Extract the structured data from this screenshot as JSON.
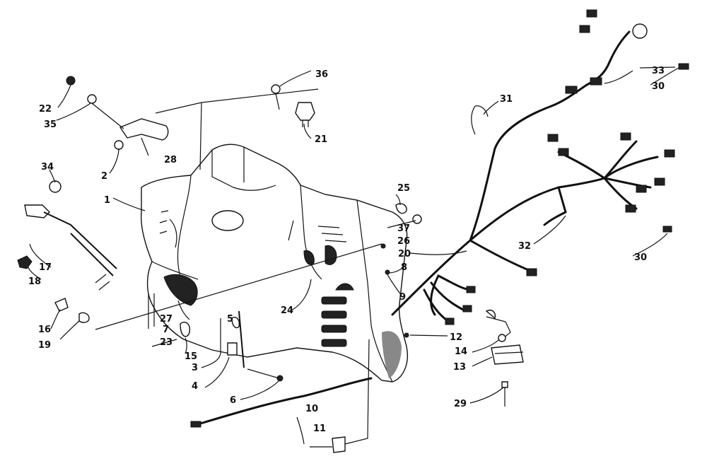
{
  "labels": {
    "p1": "1",
    "p2": "2",
    "p3": "3",
    "p4": "4",
    "p5": "5",
    "p6": "6",
    "p7": "7",
    "p8": "8",
    "p9": "9",
    "p10": "10",
    "p11": "11",
    "p12": "12",
    "p13": "13",
    "p14": "14",
    "p15": "15",
    "p16": "16",
    "p17": "17",
    "p18": "18",
    "p19": "19",
    "p20": "20",
    "p21": "21",
    "p22": "22",
    "p23": "23",
    "p24": "24",
    "p25": "25",
    "p26": "26",
    "p27": "27",
    "p28": "28",
    "p29": "29",
    "p30a": "30",
    "p30b": "30",
    "p31": "31",
    "p32": "32",
    "p33": "33",
    "p34": "34",
    "p35": "35",
    "p36": "36",
    "p37": "37"
  }
}
